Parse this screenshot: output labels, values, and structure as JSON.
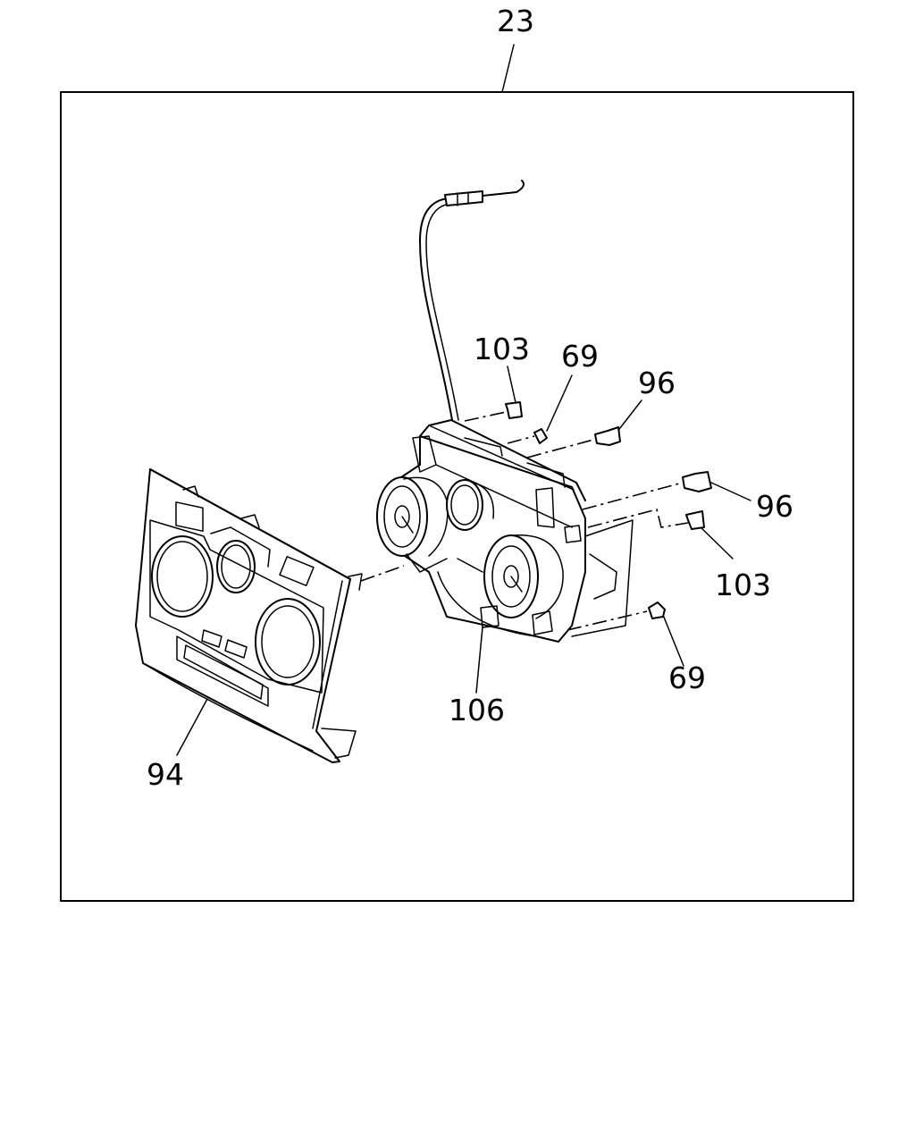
{
  "callouts": {
    "assembly": "23",
    "clip_top": "103",
    "screw_top": "69",
    "bolt_top": "96",
    "bolt_right": "96",
    "clip_right": "103",
    "screw_bottom": "69",
    "control_unit": "106",
    "bezel": "94"
  }
}
